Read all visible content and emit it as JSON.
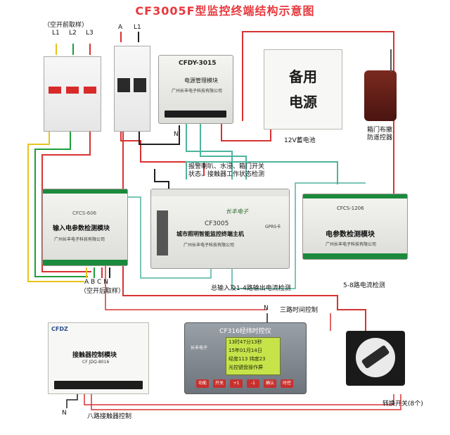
{
  "title": "CF3005F型监控终端结构示意图",
  "labels": {
    "breaker_front": "（空开前取样）",
    "L1": "L1",
    "L2": "L2",
    "L3": "L3",
    "A": "A",
    "L1b": "L1",
    "N_top": "N",
    "battery": "12V蓄电池",
    "remote": "箱门布撤\n防遥控器",
    "alarm": "报警喇叭、水浸、箱门开关\n状态、接触器工作状态检测",
    "total_input": "总输入及1-4路输出电流检测",
    "ch58": "5-8路电流检测",
    "after": "（空开后取样）",
    "ABCN": "A  B  C  N",
    "N_mid": "N",
    "three_way": "三路时间控制",
    "N_bot": "N",
    "eight_way": "八路接触器控制",
    "switch": "转换开关(8个)"
  },
  "modules": {
    "power": {
      "code": "CFDY-3015",
      "name": "电源管理模块",
      "company": "广州长丰电子科技有限公司"
    },
    "backup": {
      "line1": "备用",
      "line2": "电源"
    },
    "input": {
      "code": "CFCS-606",
      "name": "输入电参数检测模块",
      "company": "广州长丰电子科技有限公司"
    },
    "main": {
      "code": "CF3005",
      "name": "城市照明智能监控终端主机",
      "company": "广州长丰电子科技有限公司",
      "brand": "长丰电子",
      "gprs": "GPRS卡"
    },
    "detect": {
      "code": "CFCS-1206",
      "name": "电参数检测模块",
      "company": "广州长丰电子科技有限公司"
    },
    "contactor": {
      "brand": "CFDZ",
      "name": "接触器控制模块",
      "code": "CF JDQ-8016"
    },
    "timer": {
      "title": "CF316经纬时控仪",
      "screen": [
        "13时47分13秒",
        "15年01月14日",
        "经度113  纬度23",
        "光控键盘操作屏"
      ],
      "brand": "长丰电子",
      "buttons": [
        "功能",
        "开关",
        "+1",
        "-1",
        "确认",
        "时控"
      ]
    }
  },
  "wire_colors": {
    "red": "#d83232",
    "green": "#1e9e3a",
    "yellow": "#e8c21c",
    "blue": "#2f6fd0",
    "black": "#202020",
    "teal": "#4fb39e"
  }
}
